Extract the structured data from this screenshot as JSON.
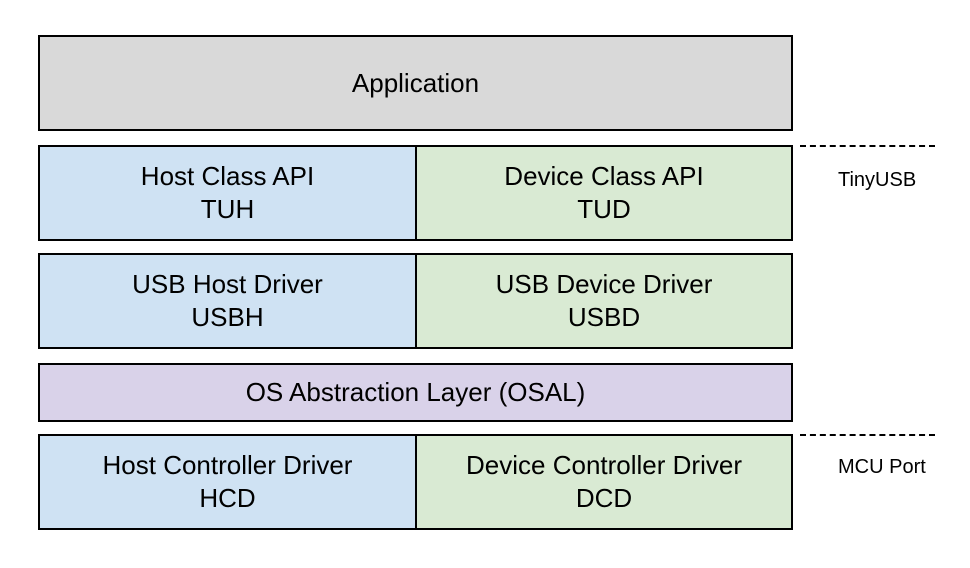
{
  "colors": {
    "application": "#d9d9d9",
    "host": "#cfe2f3",
    "device": "#d9ead3",
    "osal": "#d9d2e9",
    "border": "#000000"
  },
  "layers": {
    "application": {
      "label": "Application"
    },
    "class_api": {
      "host": {
        "line1": "Host Class API",
        "line2": "TUH"
      },
      "device": {
        "line1": "Device Class API",
        "line2": "TUD"
      }
    },
    "driver": {
      "host": {
        "line1": "USB Host Driver",
        "line2": "USBH"
      },
      "device": {
        "line1": "USB Device Driver",
        "line2": "USBD"
      }
    },
    "osal": {
      "label": "OS Abstraction Layer (OSAL)"
    },
    "controller": {
      "host": {
        "line1": "Host Controller Driver",
        "line2": "HCD"
      },
      "device": {
        "line1": "Device Controller Driver",
        "line2": "DCD"
      }
    }
  },
  "side_labels": {
    "tinyusb": "TinyUSB",
    "mcu_port": "MCU Port"
  }
}
